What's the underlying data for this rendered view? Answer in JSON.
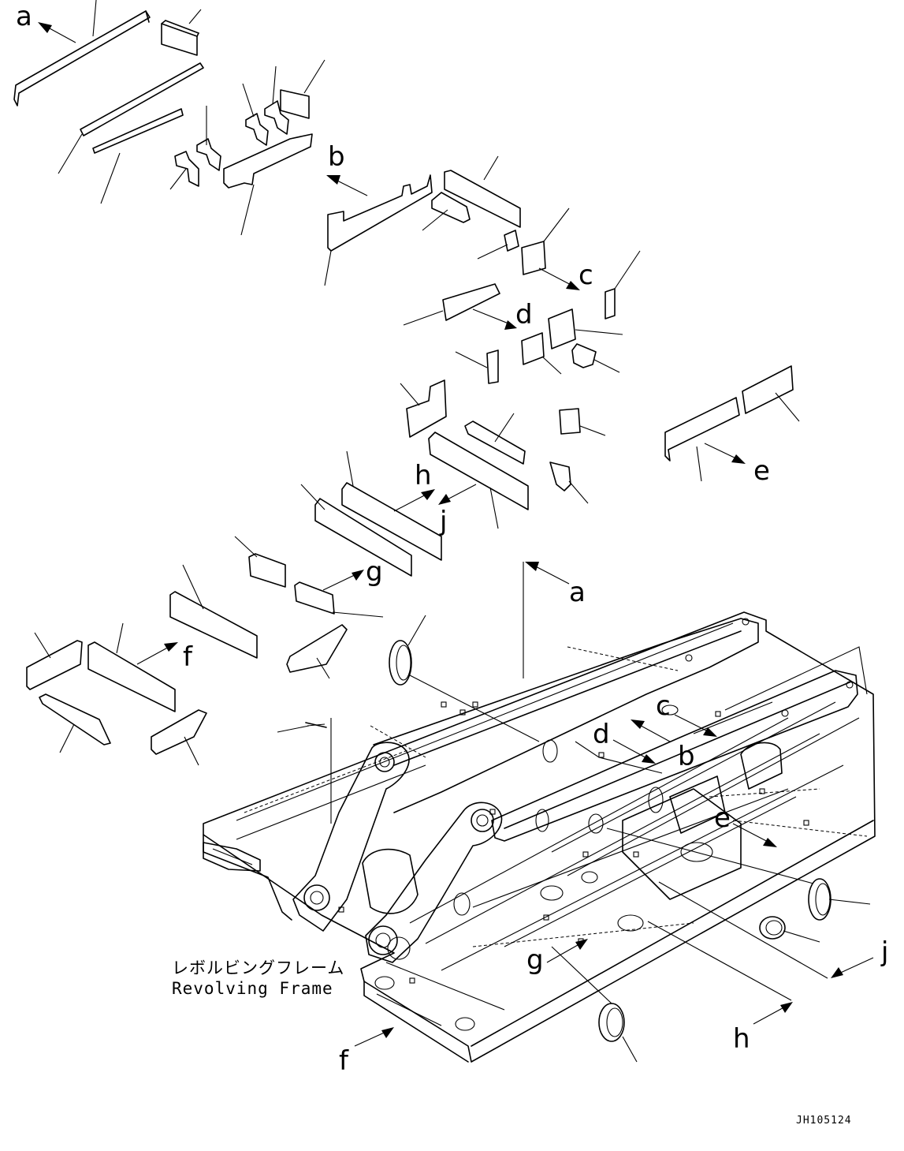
{
  "diagram": {
    "caption_jp": "レボルビングフレーム",
    "caption_en": "Revolving Frame",
    "drawing_code": "JH105124",
    "view_labels": [
      {
        "id": "a-top",
        "text": "a"
      },
      {
        "id": "b-top",
        "text": "b"
      },
      {
        "id": "c-top",
        "text": "c"
      },
      {
        "id": "d-top",
        "text": "d"
      },
      {
        "id": "e-top",
        "text": "e"
      },
      {
        "id": "h-top",
        "text": "h"
      },
      {
        "id": "j-top",
        "text": "j"
      },
      {
        "id": "g-top",
        "text": "g"
      },
      {
        "id": "f-top",
        "text": "f"
      },
      {
        "id": "a-frame",
        "text": "a"
      },
      {
        "id": "c-frame",
        "text": "c"
      },
      {
        "id": "d-frame",
        "text": "d"
      },
      {
        "id": "b-frame",
        "text": "b"
      },
      {
        "id": "e-frame",
        "text": "e"
      },
      {
        "id": "g-frame",
        "text": "g"
      },
      {
        "id": "j-frame",
        "text": "j"
      },
      {
        "id": "h-frame",
        "text": "h"
      },
      {
        "id": "f-frame",
        "text": "f"
      }
    ]
  }
}
